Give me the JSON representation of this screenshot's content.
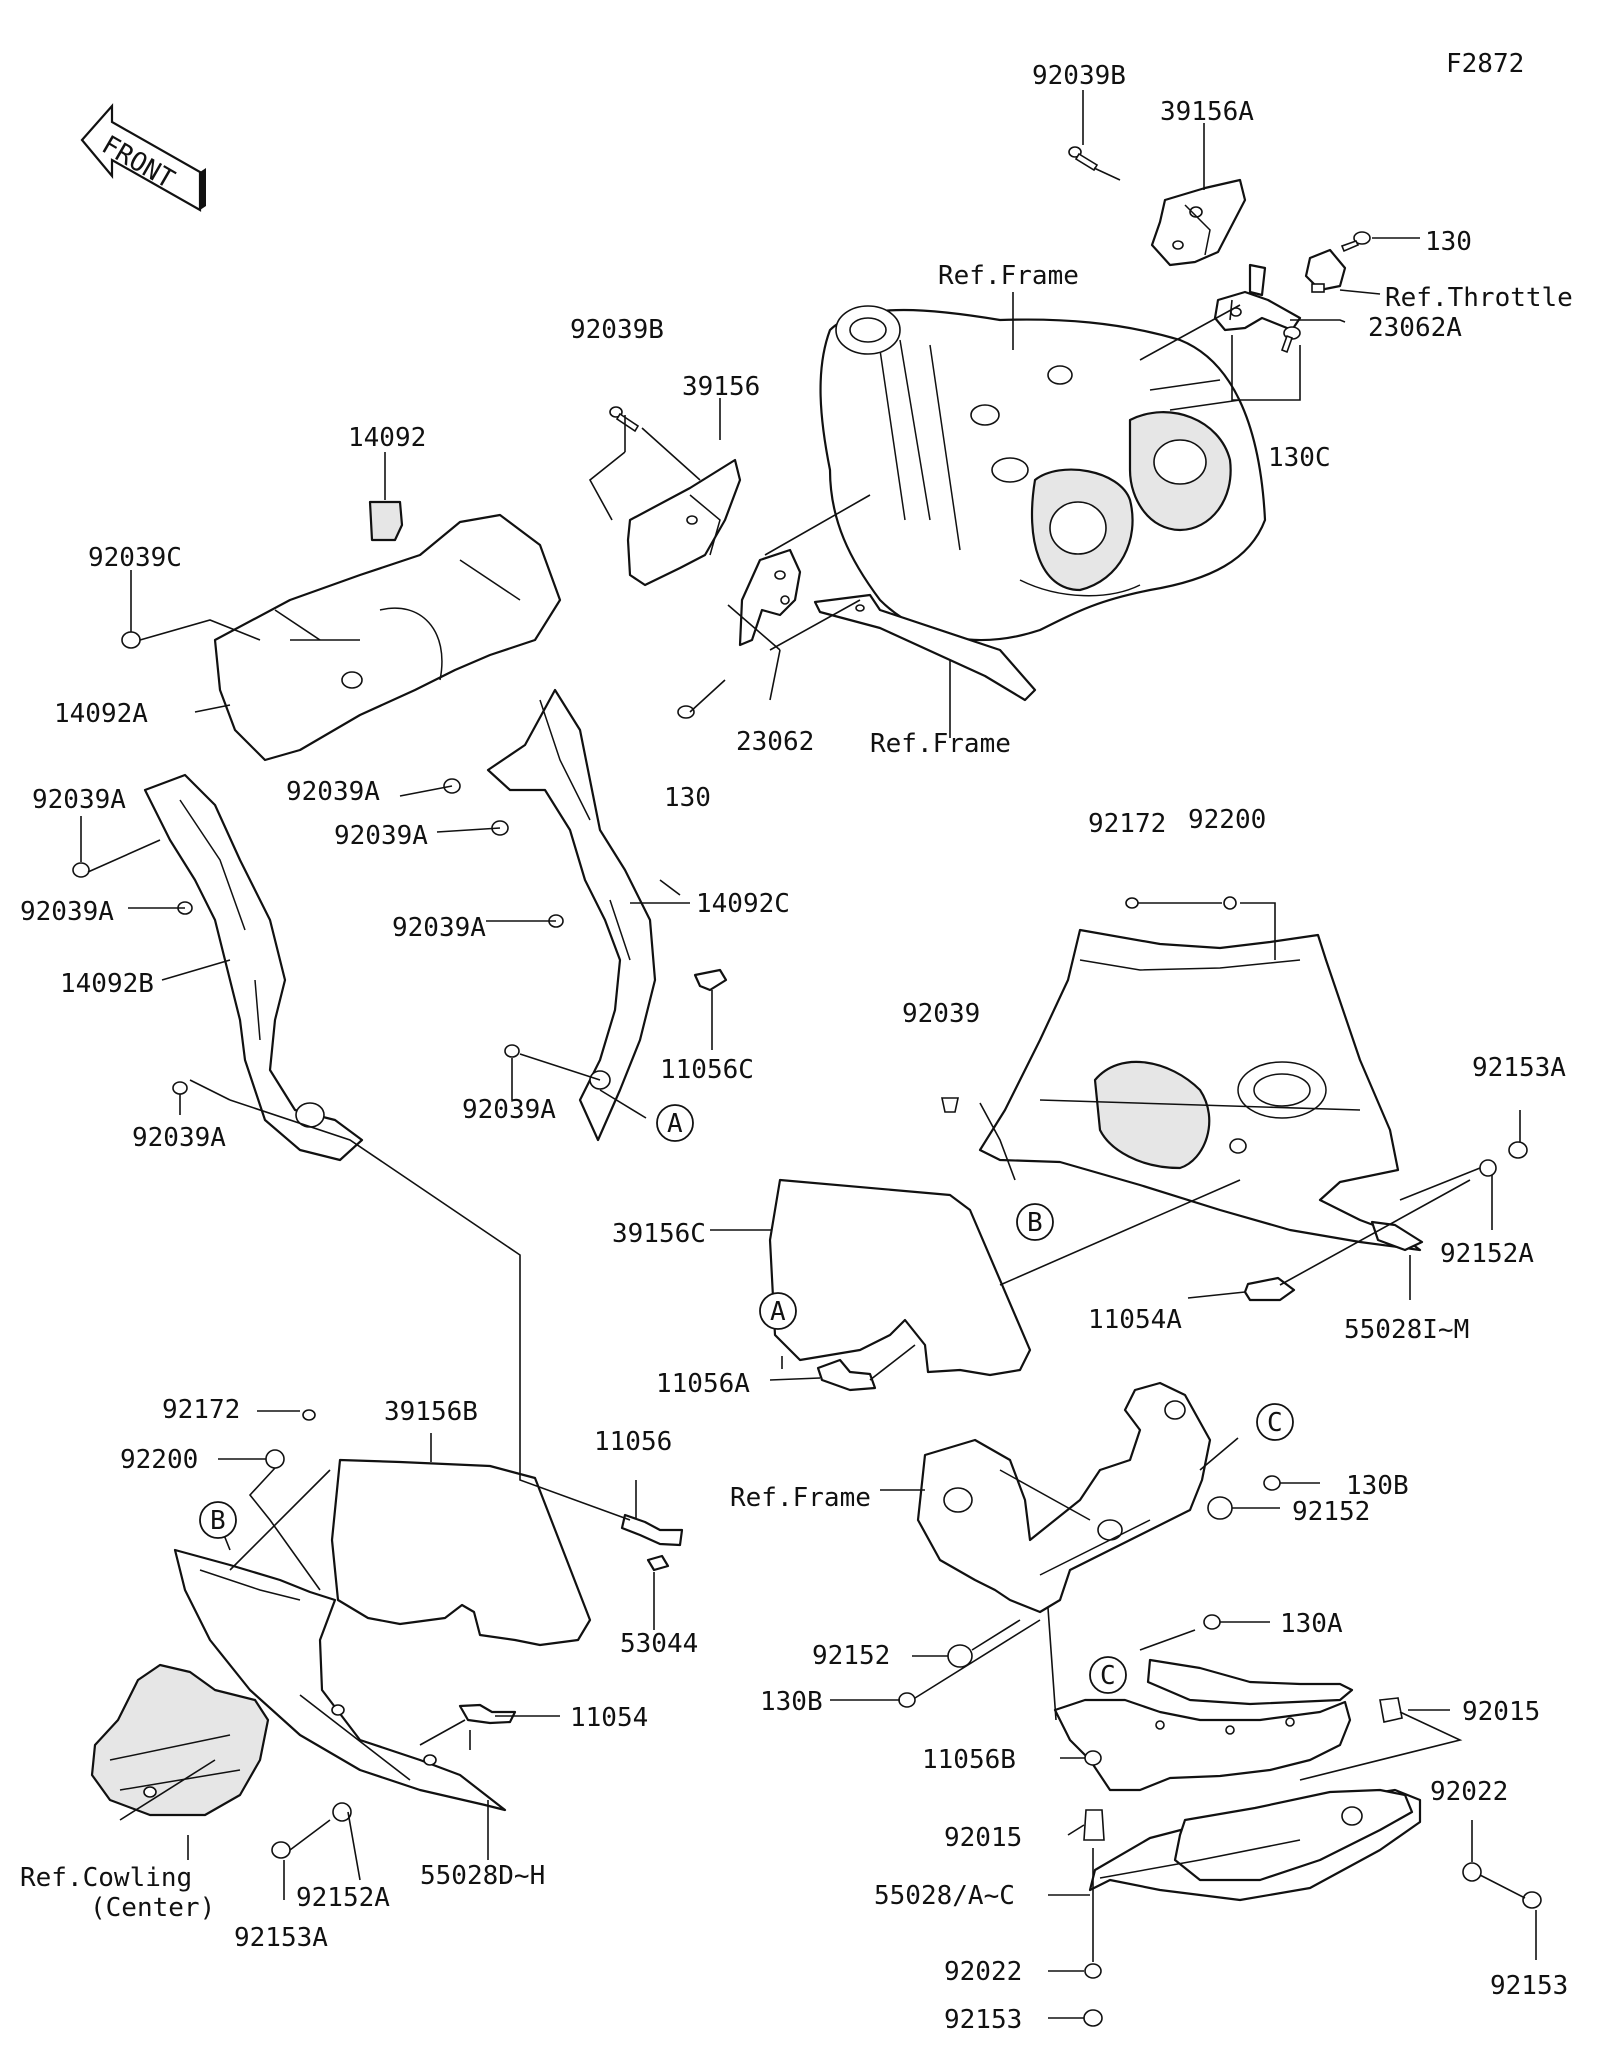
{
  "diagram_code": "F2872",
  "front_marker": "FRONT",
  "callouts": {
    "a1": "A",
    "a2": "A",
    "b1": "B",
    "b2": "B",
    "c1": "C",
    "c2": "C"
  },
  "labels": {
    "p92039B_top": "92039B",
    "p39156A": "39156A",
    "p130_top": "130",
    "ref_throttle": "Ref.Throttle",
    "ref_frame_top": "Ref.Frame",
    "p23062A": "23062A",
    "p130C": "130C",
    "p92039B_mid": "92039B",
    "p39156": "39156",
    "p14092": "14092",
    "p92039C": "92039C",
    "p14092A": "14092A",
    "p92039A_1": "92039A",
    "p92039A_2": "92039A",
    "p92039A_3": "92039A",
    "p92039A_4": "92039A",
    "p92039A_5": "92039A",
    "p92039A_6": "92039A",
    "p92039A_7": "92039A",
    "p14092B": "14092B",
    "p14092C": "14092C",
    "p11056C": "11056C",
    "p23062": "23062",
    "p130_mid": "130",
    "ref_frame_mid": "Ref.Frame",
    "p92172_r": "92172",
    "p92200_r": "92200",
    "p92039": "92039",
    "p92153A_r": "92153A",
    "p92152A_r": "92152A",
    "p39156C": "39156C",
    "p11054A": "11054A",
    "p55028IM": "55028I~M",
    "p11056A": "11056A",
    "p92172_l": "92172",
    "p39156B": "39156B",
    "p11056": "11056",
    "p92200_l": "92200",
    "p53044": "53044",
    "p11054": "11054",
    "ref_cowling_1": "Ref.Cowling",
    "ref_cowling_2": "(Center)",
    "p92152A_l": "92152A",
    "p55028DH": "55028D~H",
    "p92153A_l": "92153A",
    "ref_frame_low": "Ref.Frame",
    "p130B_1": "130B",
    "p92152_1": "92152",
    "p130A": "130A",
    "p92152_2": "92152",
    "p130B_2": "130B",
    "p92015_r": "92015",
    "p11056B": "11056B",
    "p92022_r": "92022",
    "p92015_m": "92015",
    "p55028AC": "55028/A~C",
    "p92022_m": "92022",
    "p92153_r": "92153",
    "p92153_m": "92153"
  }
}
